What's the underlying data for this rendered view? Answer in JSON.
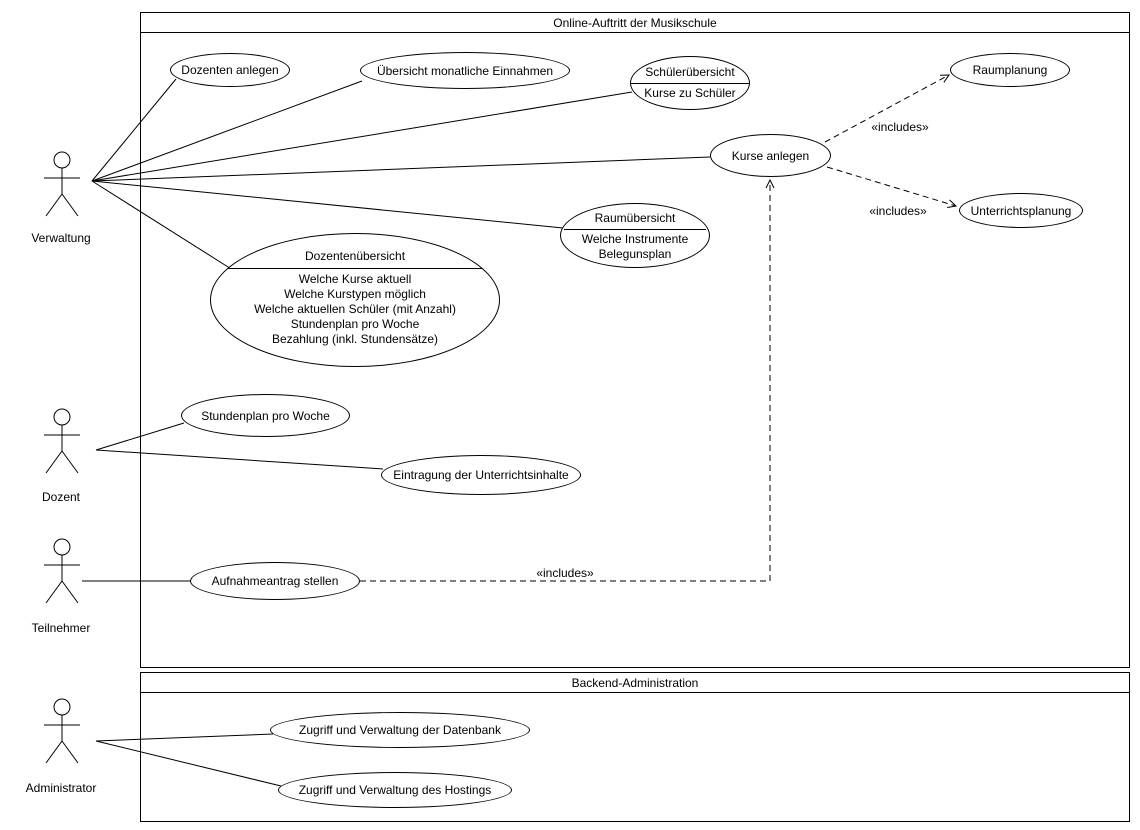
{
  "diagram": {
    "systems": [
      {
        "title": "Online-Auftritt der Musikschule"
      },
      {
        "title": "Backend-Administration"
      }
    ],
    "actors": [
      {
        "label": "Verwaltung"
      },
      {
        "label": "Dozent"
      },
      {
        "label": "Teilnehmer"
      },
      {
        "label": "Administrator"
      }
    ],
    "use_cases": [
      {
        "label": "Dozenten anlegen"
      },
      {
        "label": "Übersicht monatliche Einnahmen"
      },
      {
        "title": "Schülerübersicht",
        "lines": [
          "Kurse zu Schüler"
        ]
      },
      {
        "label": "Kurse anlegen"
      },
      {
        "label": "Raumplanung"
      },
      {
        "label": "Unterrichtsplanung"
      },
      {
        "title": "Raumübersicht",
        "lines": [
          "Welche Instrumente",
          "Belegunsplan"
        ]
      },
      {
        "title": "Dozentenübersicht",
        "lines": [
          "Welche Kurse aktuell",
          "Welche Kurstypen möglich",
          "Welche aktuellen Schüler (mit Anzahl)",
          "Stundenplan pro Woche",
          "Bezahlung (inkl. Stundensätze)"
        ]
      },
      {
        "label": "Stundenplan pro Woche"
      },
      {
        "label": "Eintragung der Unterrichtsinhalte"
      },
      {
        "label": "Aufnahmeantrag stellen"
      },
      {
        "label": "Zugriff und Verwaltung der Datenbank"
      },
      {
        "label": "Zugriff und Verwaltung des Hostings"
      }
    ],
    "stereotypes": {
      "includes": "«includes»"
    },
    "colors": {
      "stroke": "#000000",
      "background": "#ffffff"
    }
  }
}
